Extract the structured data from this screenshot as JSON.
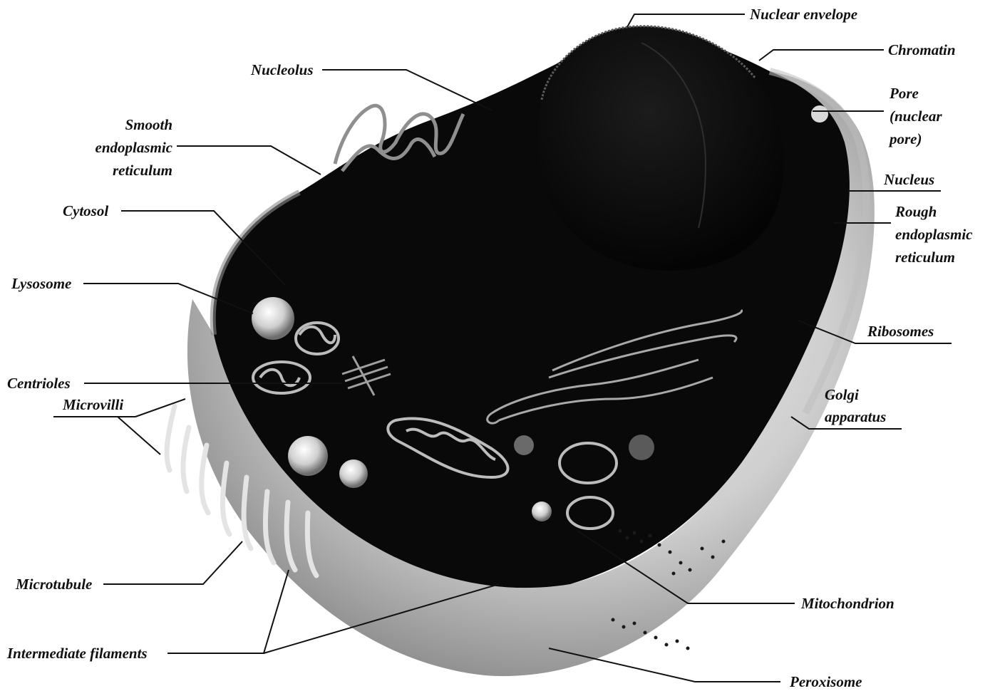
{
  "labels": {
    "nuclear_envelope": "Nuclear envelope",
    "chromatin": "Chromatin",
    "pore_1": "Pore",
    "pore_2": "(nuclear",
    "pore_3": "pore)",
    "nucleus": "Nucleus",
    "rough_er_1": "Rough",
    "rough_er_2": "endoplasmic",
    "rough_er_3": "reticulum",
    "ribosomes": "Ribosomes",
    "golgi_1": "Golgi",
    "golgi_2": "apparatus",
    "mitochondrion": "Mitochondrion",
    "peroxisome": "Peroxisome",
    "nucleolus": "Nucleolus",
    "smooth_er_1": "Smooth",
    "smooth_er_2": "endoplasmic",
    "smooth_er_3": "reticulum",
    "cytosol": "Cytosol",
    "lysosome": "Lysosome",
    "centrioles": "Centrioles",
    "microvilli": "Microvilli",
    "microtubule": "Microtubule",
    "intermediate_filaments": "Intermediate filaments"
  },
  "colors": {
    "cell_interior": "#080808",
    "membrane": "#bdbdbd",
    "line": "#111111"
  }
}
